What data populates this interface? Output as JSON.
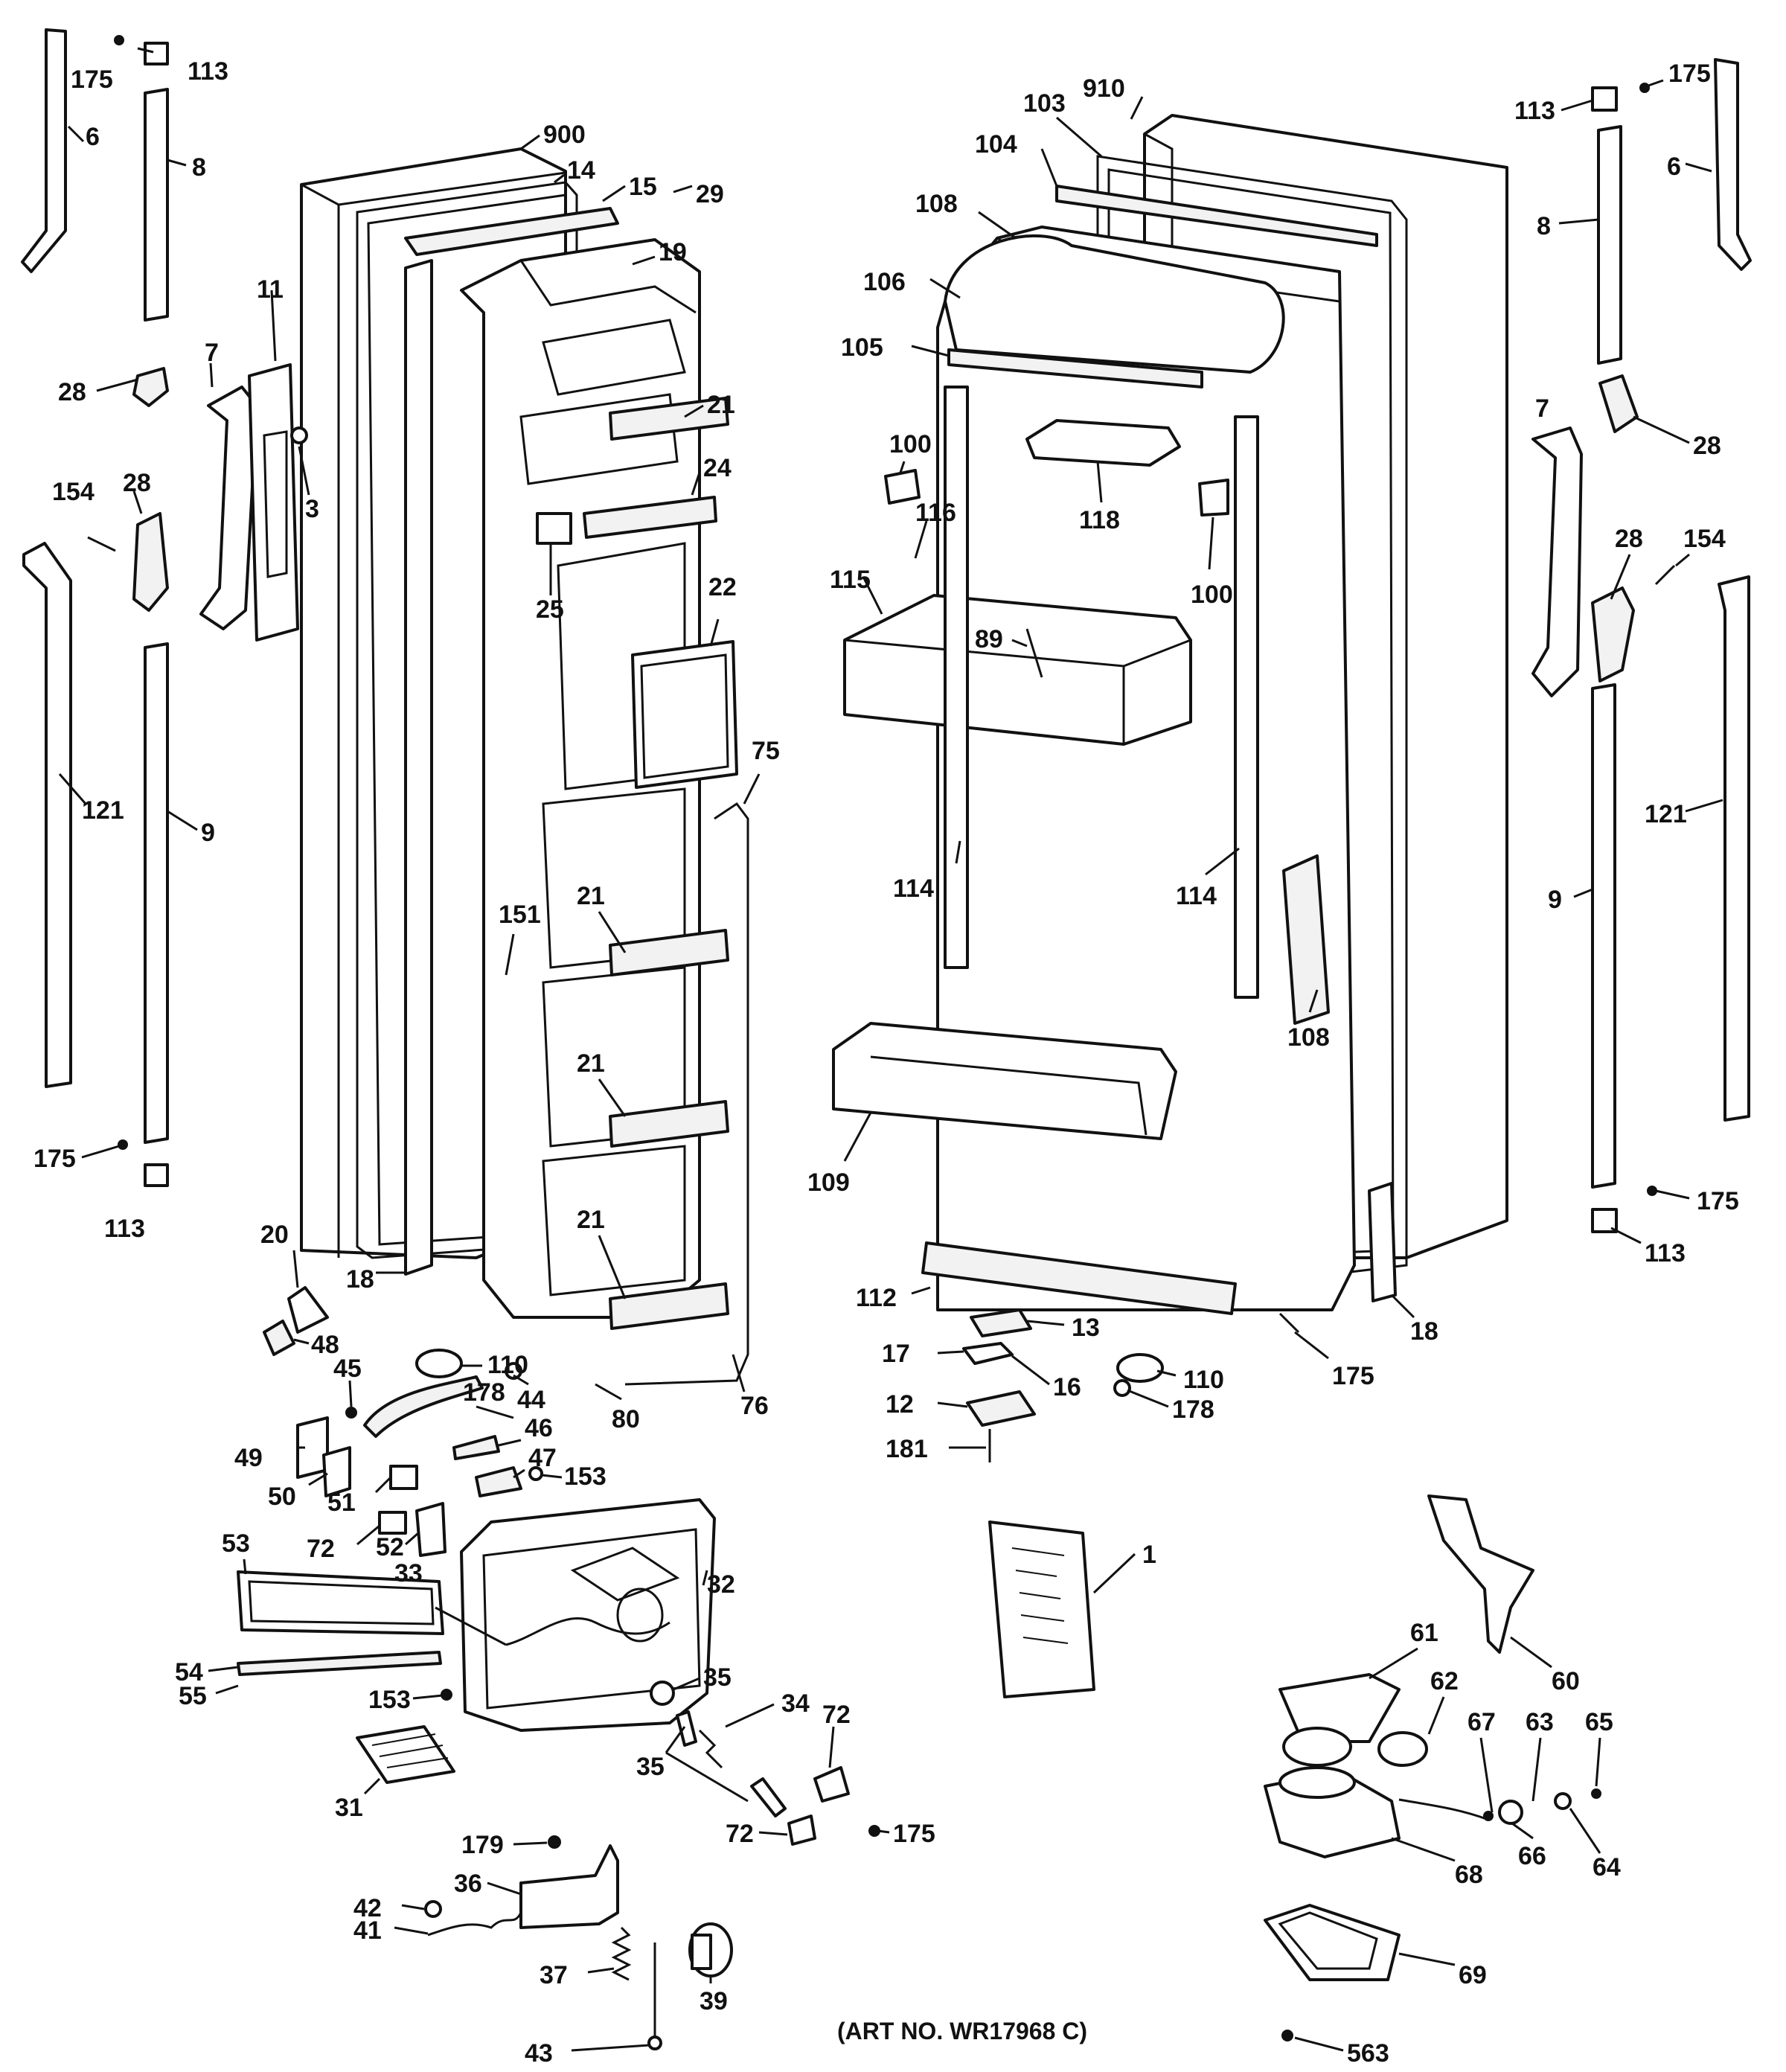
{
  "diagram": {
    "art_number": "(ART NO. WR17968 C)",
    "labels": [
      {
        "id": "l175a",
        "text": "175"
      },
      {
        "id": "l113a",
        "text": "113"
      },
      {
        "id": "l6a",
        "text": "6"
      },
      {
        "id": "l8a",
        "text": "8"
      },
      {
        "id": "l900",
        "text": "900"
      },
      {
        "id": "l14",
        "text": "14"
      },
      {
        "id": "l15",
        "text": "15"
      },
      {
        "id": "l29",
        "text": "29"
      },
      {
        "id": "l19",
        "text": "19"
      },
      {
        "id": "l11",
        "text": "11"
      },
      {
        "id": "l7a",
        "text": "7"
      },
      {
        "id": "l28a",
        "text": "28"
      },
      {
        "id": "l3",
        "text": "3"
      },
      {
        "id": "l154a",
        "text": "154"
      },
      {
        "id": "l28b",
        "text": "28"
      },
      {
        "id": "l21a",
        "text": "21"
      },
      {
        "id": "l24",
        "text": "24"
      },
      {
        "id": "l25",
        "text": "25"
      },
      {
        "id": "l22",
        "text": "22"
      },
      {
        "id": "l121a",
        "text": "121"
      },
      {
        "id": "l9a",
        "text": "9"
      },
      {
        "id": "l75",
        "text": "75"
      },
      {
        "id": "l151",
        "text": "151"
      },
      {
        "id": "l21b",
        "text": "21"
      },
      {
        "id": "l21c",
        "text": "21"
      },
      {
        "id": "l21d",
        "text": "21"
      },
      {
        "id": "l175b",
        "text": "175"
      },
      {
        "id": "l113b",
        "text": "113"
      },
      {
        "id": "l20",
        "text": "20"
      },
      {
        "id": "l18a",
        "text": "18"
      },
      {
        "id": "l110a",
        "text": "110"
      },
      {
        "id": "l178a",
        "text": "178"
      },
      {
        "id": "l80",
        "text": "80"
      },
      {
        "id": "l76",
        "text": "76"
      },
      {
        "id": "l48",
        "text": "48"
      },
      {
        "id": "l45",
        "text": "45"
      },
      {
        "id": "l44",
        "text": "44"
      },
      {
        "id": "l46",
        "text": "46"
      },
      {
        "id": "l47",
        "text": "47"
      },
      {
        "id": "l153a",
        "text": "153"
      },
      {
        "id": "l49",
        "text": "49"
      },
      {
        "id": "l50",
        "text": "50"
      },
      {
        "id": "l51",
        "text": "51"
      },
      {
        "id": "l72a",
        "text": "72"
      },
      {
        "id": "l52",
        "text": "52"
      },
      {
        "id": "l53",
        "text": "53"
      },
      {
        "id": "l33",
        "text": "33"
      },
      {
        "id": "l32",
        "text": "32"
      },
      {
        "id": "l54",
        "text": "54"
      },
      {
        "id": "l55",
        "text": "55"
      },
      {
        "id": "l153b",
        "text": "153"
      },
      {
        "id": "l35a",
        "text": "35"
      },
      {
        "id": "l34",
        "text": "34"
      },
      {
        "id": "l72b",
        "text": "72"
      },
      {
        "id": "l31",
        "text": "31"
      },
      {
        "id": "l35b",
        "text": "35"
      },
      {
        "id": "l72c",
        "text": "72"
      },
      {
        "id": "l175c",
        "text": "175"
      },
      {
        "id": "l179",
        "text": "179"
      },
      {
        "id": "l36",
        "text": "36"
      },
      {
        "id": "l42",
        "text": "42"
      },
      {
        "id": "l41",
        "text": "41"
      },
      {
        "id": "l37",
        "text": "37"
      },
      {
        "id": "l39",
        "text": "39"
      },
      {
        "id": "l43",
        "text": "43"
      },
      {
        "id": "l910",
        "text": "910"
      },
      {
        "id": "l103",
        "text": "103"
      },
      {
        "id": "l104",
        "text": "104"
      },
      {
        "id": "l108a",
        "text": "108"
      },
      {
        "id": "l106",
        "text": "106"
      },
      {
        "id": "l105",
        "text": "105"
      },
      {
        "id": "l100a",
        "text": "100"
      },
      {
        "id": "l118",
        "text": "118"
      },
      {
        "id": "l116",
        "text": "116"
      },
      {
        "id": "l100b",
        "text": "100"
      },
      {
        "id": "l115",
        "text": "115"
      },
      {
        "id": "l89",
        "text": "89"
      },
      {
        "id": "l114a",
        "text": "114"
      },
      {
        "id": "l114b",
        "text": "114"
      },
      {
        "id": "l108b",
        "text": "108"
      },
      {
        "id": "l109",
        "text": "109"
      },
      {
        "id": "l112",
        "text": "112"
      },
      {
        "id": "l13",
        "text": "13"
      },
      {
        "id": "l17",
        "text": "17"
      },
      {
        "id": "l16",
        "text": "16"
      },
      {
        "id": "l12",
        "text": "12"
      },
      {
        "id": "l181",
        "text": "181"
      },
      {
        "id": "l110b",
        "text": "110"
      },
      {
        "id": "l178b",
        "text": "178"
      },
      {
        "id": "l175d",
        "text": "175"
      },
      {
        "id": "l18b",
        "text": "18"
      },
      {
        "id": "l1",
        "text": "1"
      },
      {
        "id": "l113c",
        "text": "113"
      },
      {
        "id": "l175e",
        "text": "175"
      },
      {
        "id": "l6b",
        "text": "6"
      },
      {
        "id": "l8b",
        "text": "8"
      },
      {
        "id": "l7b",
        "text": "7"
      },
      {
        "id": "l28c",
        "text": "28"
      },
      {
        "id": "l28d",
        "text": "28"
      },
      {
        "id": "l154b",
        "text": "154"
      },
      {
        "id": "l9b",
        "text": "9"
      },
      {
        "id": "l121b",
        "text": "121"
      },
      {
        "id": "l175f",
        "text": "175"
      },
      {
        "id": "l113d",
        "text": "113"
      },
      {
        "id": "l60",
        "text": "60"
      },
      {
        "id": "l61",
        "text": "61"
      },
      {
        "id": "l62",
        "text": "62"
      },
      {
        "id": "l67",
        "text": "67"
      },
      {
        "id": "l63",
        "text": "63"
      },
      {
        "id": "l65",
        "text": "65"
      },
      {
        "id": "l68",
        "text": "68"
      },
      {
        "id": "l66",
        "text": "66"
      },
      {
        "id": "l64",
        "text": "64"
      },
      {
        "id": "l69",
        "text": "69"
      },
      {
        "id": "l563",
        "text": "563"
      }
    ]
  }
}
